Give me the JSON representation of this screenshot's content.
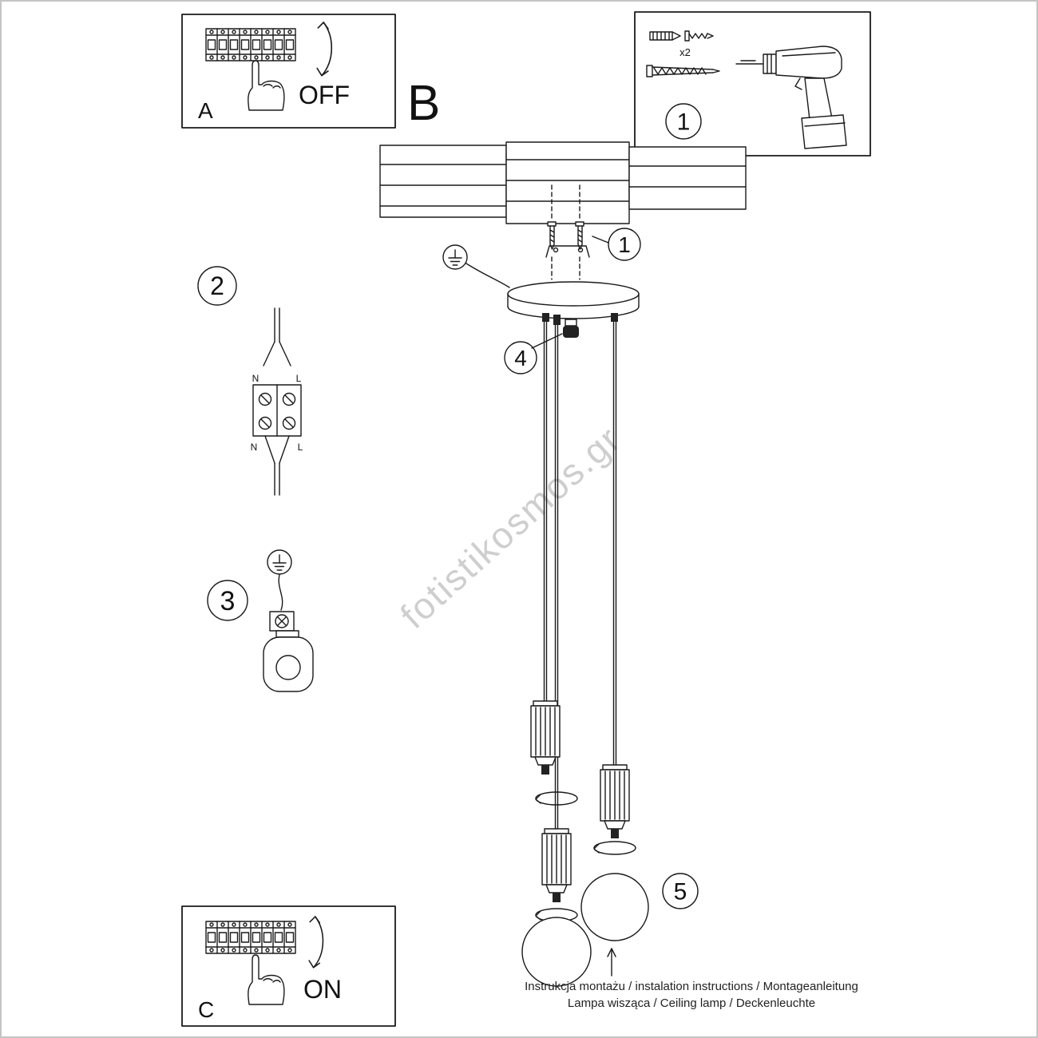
{
  "watermark": {
    "text": "fotistikosmos.gr"
  },
  "footer": {
    "line1": "Instrukcja montażu / instalation instructions / Montageanleitung",
    "line2": "Lampa wisząca / Ceiling lamp / Deckenleuchte"
  },
  "panels": {
    "a": {
      "label": "A",
      "state": "OFF"
    },
    "b": {
      "label": "B"
    },
    "c": {
      "label": "C",
      "state": "ON"
    }
  },
  "tools": {
    "count_label": "x2"
  },
  "steps": {
    "one": "1",
    "two": "2",
    "three": "3",
    "four": "4",
    "five": "5"
  },
  "wiring": {
    "n": "N",
    "l": "L"
  },
  "colors": {
    "line": "#1a1a1a",
    "watermark": "#c9c9c9",
    "background": "#ffffff"
  }
}
